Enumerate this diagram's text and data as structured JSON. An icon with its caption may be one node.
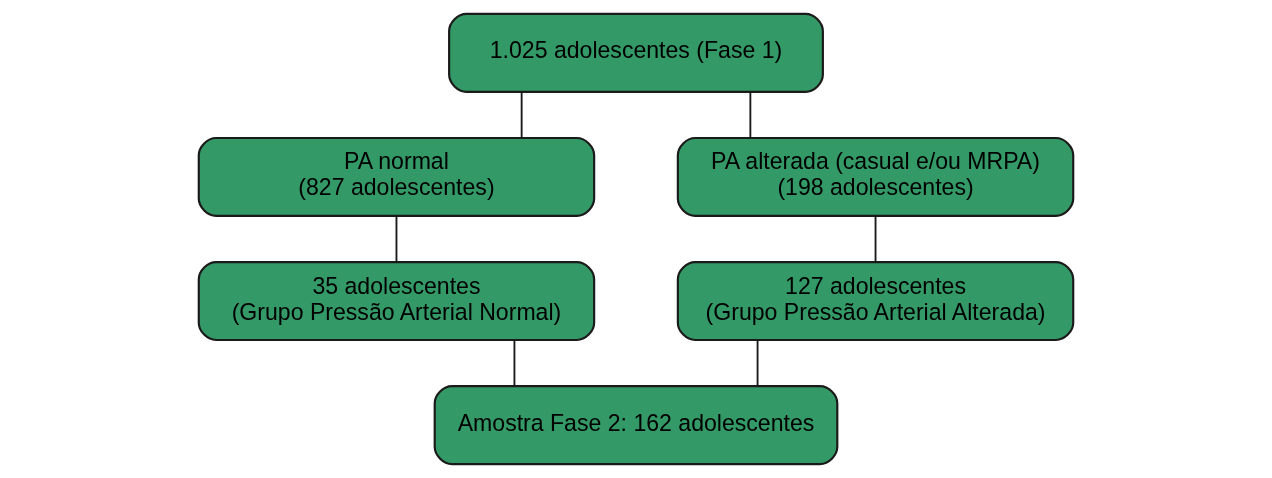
{
  "diagram": {
    "nodes": [
      {
        "text": [
          "1.025 adolescentes (Fase 1)"
        ]
      },
      {
        "text": [
          "PA normal",
          "(827 adolescentes)"
        ]
      },
      {
        "text": [
          "PA alterada (casual e/ou MRPA)",
          "(198 adolescentes)"
        ]
      },
      {
        "text": [
          "35 adolescentes",
          "(Grupo Pressão Arterial Normal)"
        ]
      },
      {
        "text": [
          "127 adolescentes",
          "(Grupo Pressão Arterial Alterada)"
        ]
      },
      {
        "text": [
          "Amostra Fase 2: 162 adolescentes"
        ]
      }
    ],
    "edges": [
      {
        "from": 0,
        "to": 1,
        "arrow": "none"
      },
      {
        "from": 0,
        "to": 2,
        "arrow": "none"
      },
      {
        "from": 1,
        "to": 3,
        "arrow": "none"
      },
      {
        "from": 2,
        "to": 4,
        "arrow": "none"
      },
      {
        "from": 3,
        "to": 5,
        "arrow": "none"
      },
      {
        "from": 4,
        "to": 5,
        "arrow": "none"
      }
    ]
  }
}
